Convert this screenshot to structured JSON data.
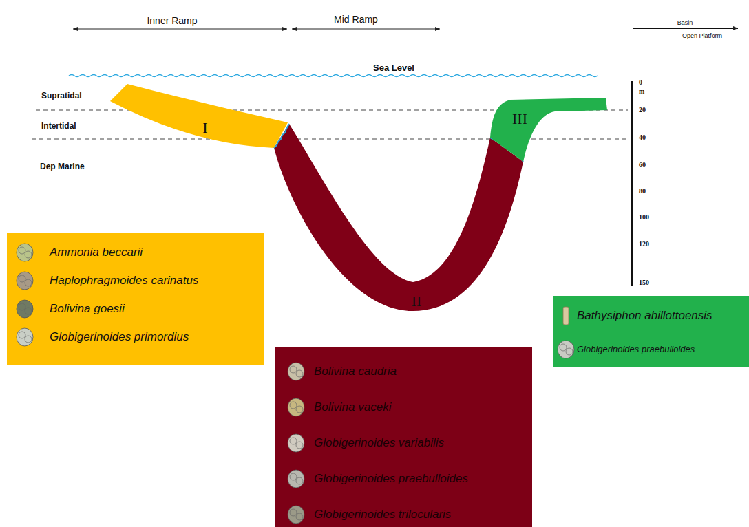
{
  "diagram": {
    "nodes": [
      {
        "text": [
          "I"
        ]
      },
      {
        "text": [
          "II"
        ]
      },
      {
        "text": [
          "III"
        ]
      },
      {
        "text": [
          "Ammonia beccarii",
          "Haplophragmoides carinatus",
          "Bolivina goesii",
          "Globigerinoides primordius"
        ]
      },
      {
        "text": [
          "Bolivina caudria",
          "Bolivina vaceki",
          "Globigerinoides variabilis",
          "Globigerinoides praebulloides",
          "Globigerinoides trilocularis"
        ]
      },
      {
        "text": [
          "Bathysiphon abillottoensis",
          "Globigerinoides praebulloides"
        ]
      }
    ],
    "labels": [
      "Inner Ramp",
      "Mid Ramp",
      "Basin",
      "Open Platform",
      "Sea Level",
      "Supratidal",
      "Intertidal",
      "Dep Marine",
      "0",
      "m",
      "20",
      "40",
      "60",
      "80",
      "100",
      "120",
      "150"
    ]
  }
}
